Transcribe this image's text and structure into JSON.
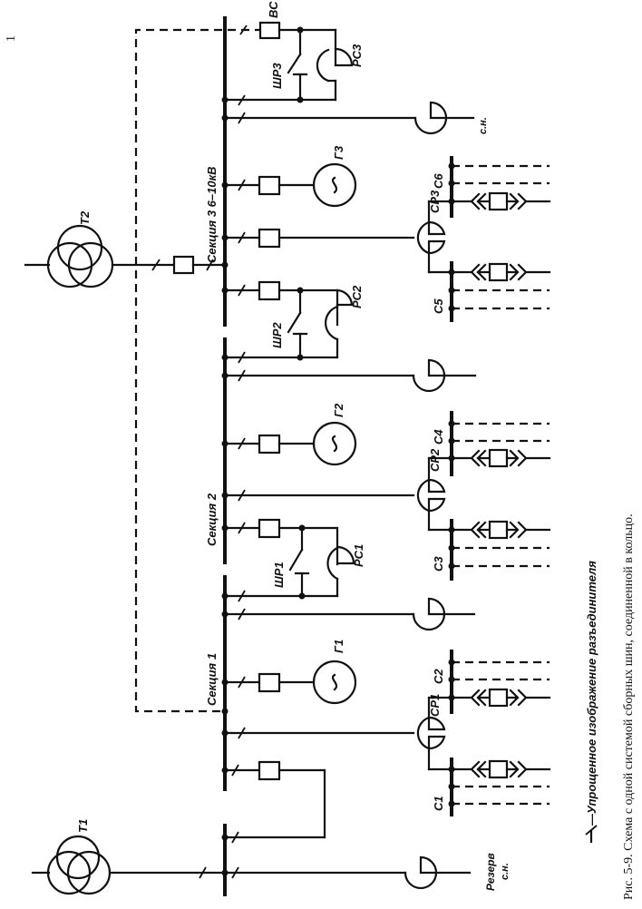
{
  "figure": {
    "caption": "Рис. 5-9. Схема с одной системой сборных шин, соединенной в кольцо.",
    "legend_note": "—Упрощенное изображение разъединителя",
    "page_mark": "1"
  },
  "labels": {
    "T1": "Т1",
    "T2": "Т2",
    "VS": "ВС",
    "section1": "Секция 1",
    "section2": "Секция 2",
    "section3": "Секция 3  6–10кВ",
    "G1": "Г1",
    "G2": "Г2",
    "G3": "Г3",
    "SHR1": "ШР1",
    "SHR2": "ШР2",
    "SHR3": "ШР3",
    "RS1": "РС1",
    "RS2": "РС2",
    "RS3": "РС3",
    "SR1": "СР1",
    "SR2": "СР2",
    "SR3": "СР3",
    "C1": "С1",
    "C2": "С2",
    "C3": "С3",
    "C4": "С4",
    "C5": "С5",
    "C6": "С6",
    "aux": "с.н.",
    "reserve_line1": "Резерв",
    "reserve_line2": "с.н."
  }
}
